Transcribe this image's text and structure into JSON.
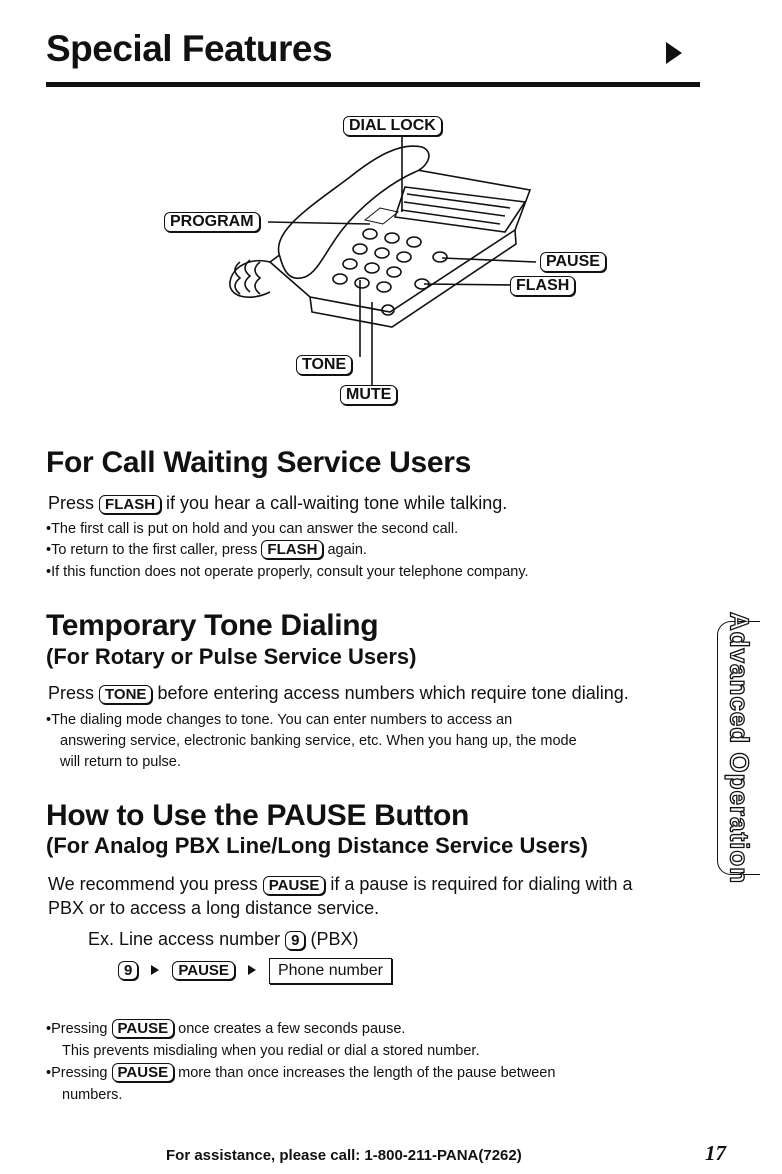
{
  "header": {
    "title": "Special Features"
  },
  "diagram": {
    "labels": {
      "dial_lock": "DIAL LOCK",
      "program": "PROGRAM",
      "pause": "PAUSE",
      "flash": "FLASH",
      "tone": "TONE",
      "mute": "MUTE"
    }
  },
  "call_waiting": {
    "title": "For Call Waiting Service Users",
    "intro_pre": "Press",
    "intro_key": "FLASH",
    "intro_post": "if you hear a call-waiting tone while talking.",
    "bullet1": "•The first call is put on hold and you can answer the second call.",
    "bullet2_pre": "•To return to the first caller, press",
    "bullet2_key": "FLASH",
    "bullet2_post": "again.",
    "bullet3": "•If this function does not operate properly, consult your telephone company."
  },
  "tone_dialing": {
    "title": "Temporary Tone Dialing",
    "subtitle": "(For Rotary or Pulse Service Users)",
    "intro_pre": "Press",
    "intro_key": "TONE",
    "intro_post": "before entering access numbers which require tone dialing.",
    "bullet1_line1": "•The dialing mode changes to tone. You can enter numbers to access an",
    "bullet1_line2": "answering service, electronic banking service, etc. When you hang up, the mode",
    "bullet1_line3": "will return to pulse."
  },
  "pause_button": {
    "title": "How to Use the PAUSE Button",
    "subtitle": "(For Analog PBX Line/Long Distance Service Users)",
    "intro_pre": "We recommend you press",
    "intro_key": "PAUSE",
    "intro_post": "if a pause is required for dialing with a",
    "intro_line2": "PBX or to access a long distance service.",
    "example_pre": "Ex. Line access number",
    "example_key": "9",
    "example_post": "(PBX)",
    "seq_key1": "9",
    "seq_key2": "PAUSE",
    "seq_box": "Phone number",
    "bullet1_pre": "•Pressing",
    "bullet1_key": "PAUSE",
    "bullet1_post": "once creates a few seconds pause.",
    "bullet1_line2": "This prevents misdialing when you redial or dial a stored number.",
    "bullet2_pre": "•Pressing",
    "bullet2_key": "PAUSE",
    "bullet2_post": "more than once increases the length of the pause between",
    "bullet2_line2": "numbers."
  },
  "side_tab": {
    "label": "Advanced Operation"
  },
  "footer": {
    "assistance": "For assistance, please call: 1-800-211-PANA(7262)",
    "page_number": "17"
  }
}
